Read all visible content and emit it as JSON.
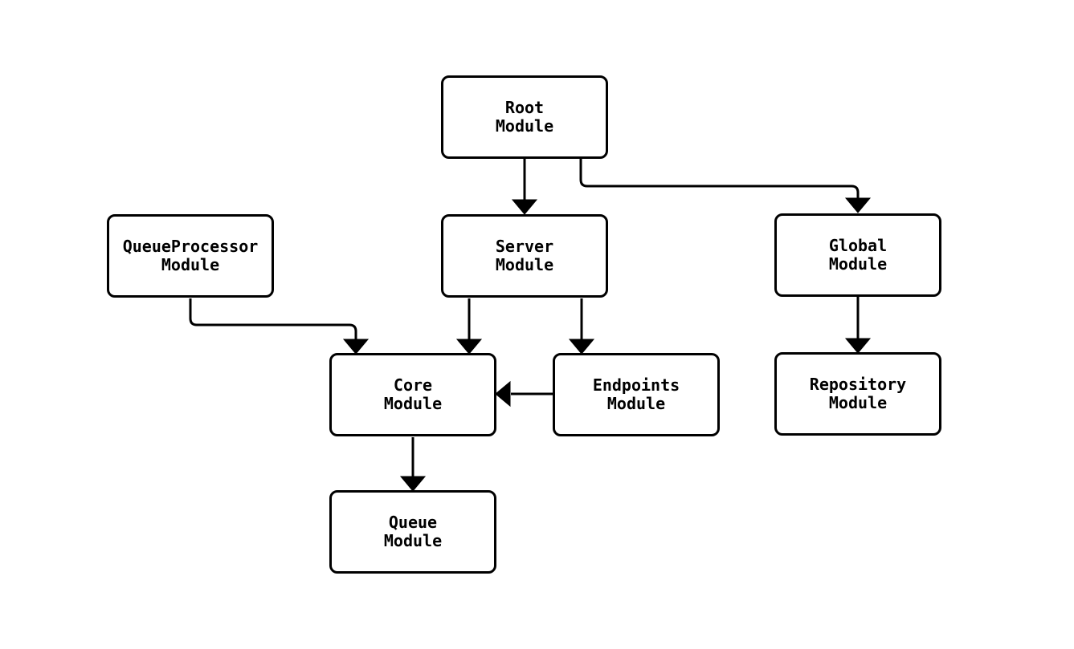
{
  "diagram": {
    "type": "flowchart",
    "direction": "top-down",
    "nodes": [
      {
        "id": "root",
        "label_lines": [
          "Root",
          "Module"
        ]
      },
      {
        "id": "queueprocessor",
        "label_lines": [
          "QueueProcessor",
          "Module"
        ]
      },
      {
        "id": "server",
        "label_lines": [
          "Server",
          "Module"
        ]
      },
      {
        "id": "global",
        "label_lines": [
          "Global",
          "Module"
        ]
      },
      {
        "id": "core",
        "label_lines": [
          "Core",
          "Module"
        ]
      },
      {
        "id": "endpoints",
        "label_lines": [
          "Endpoints",
          "Module"
        ]
      },
      {
        "id": "repository",
        "label_lines": [
          "Repository",
          "Module"
        ]
      },
      {
        "id": "queue",
        "label_lines": [
          "Queue",
          "Module"
        ]
      }
    ],
    "edges": [
      {
        "from": "Root Module",
        "to": "Server Module",
        "style": "arrow"
      },
      {
        "from": "Root Module",
        "to": "Global Module",
        "style": "arrow"
      },
      {
        "from": "QueueProcessor Module",
        "to": "Core Module",
        "style": "arrow"
      },
      {
        "from": "Server Module",
        "to": "Core Module",
        "style": "arrow"
      },
      {
        "from": "Server Module",
        "to": "Endpoints Module",
        "style": "arrow"
      },
      {
        "from": "Endpoints Module",
        "to": "Core Module",
        "style": "arrow"
      },
      {
        "from": "Global Module",
        "to": "Repository Module",
        "style": "arrow"
      },
      {
        "from": "Core Module",
        "to": "Queue Module",
        "style": "arrow"
      }
    ],
    "colors": {
      "background": "#ffffff",
      "node_fill": "#ffffff",
      "node_border": "#000000",
      "edge_stroke": "#000000",
      "text": "#000000"
    }
  }
}
